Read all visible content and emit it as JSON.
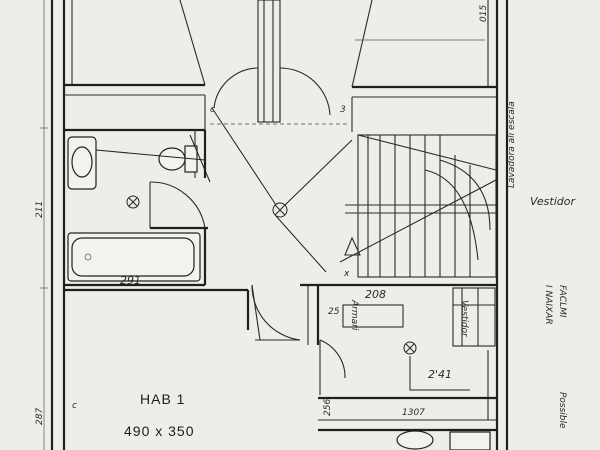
{
  "dimensions": {
    "top_right": "015",
    "left_upper": "211",
    "left_lower": "287",
    "bath": "291",
    "hall": "208",
    "closet": "2'41",
    "lower_strip": "1307",
    "lower_left": "256",
    "stub": "25"
  },
  "room": {
    "name": "HAB 1",
    "size": "490 x 350"
  },
  "switch_marks": {
    "top_left": "c",
    "top_right": "3",
    "hall_door": "x",
    "room_left": "c"
  },
  "annotations": {
    "stair_note": "Lavadora ali escala",
    "right_note_top": "Vestidor",
    "right_note_mid": "FACLMI",
    "right_note_mid2": "I NAIXAR",
    "right_note_low": "Possible",
    "closet_note": "Armari",
    "closet_note2": "Vestidor"
  }
}
